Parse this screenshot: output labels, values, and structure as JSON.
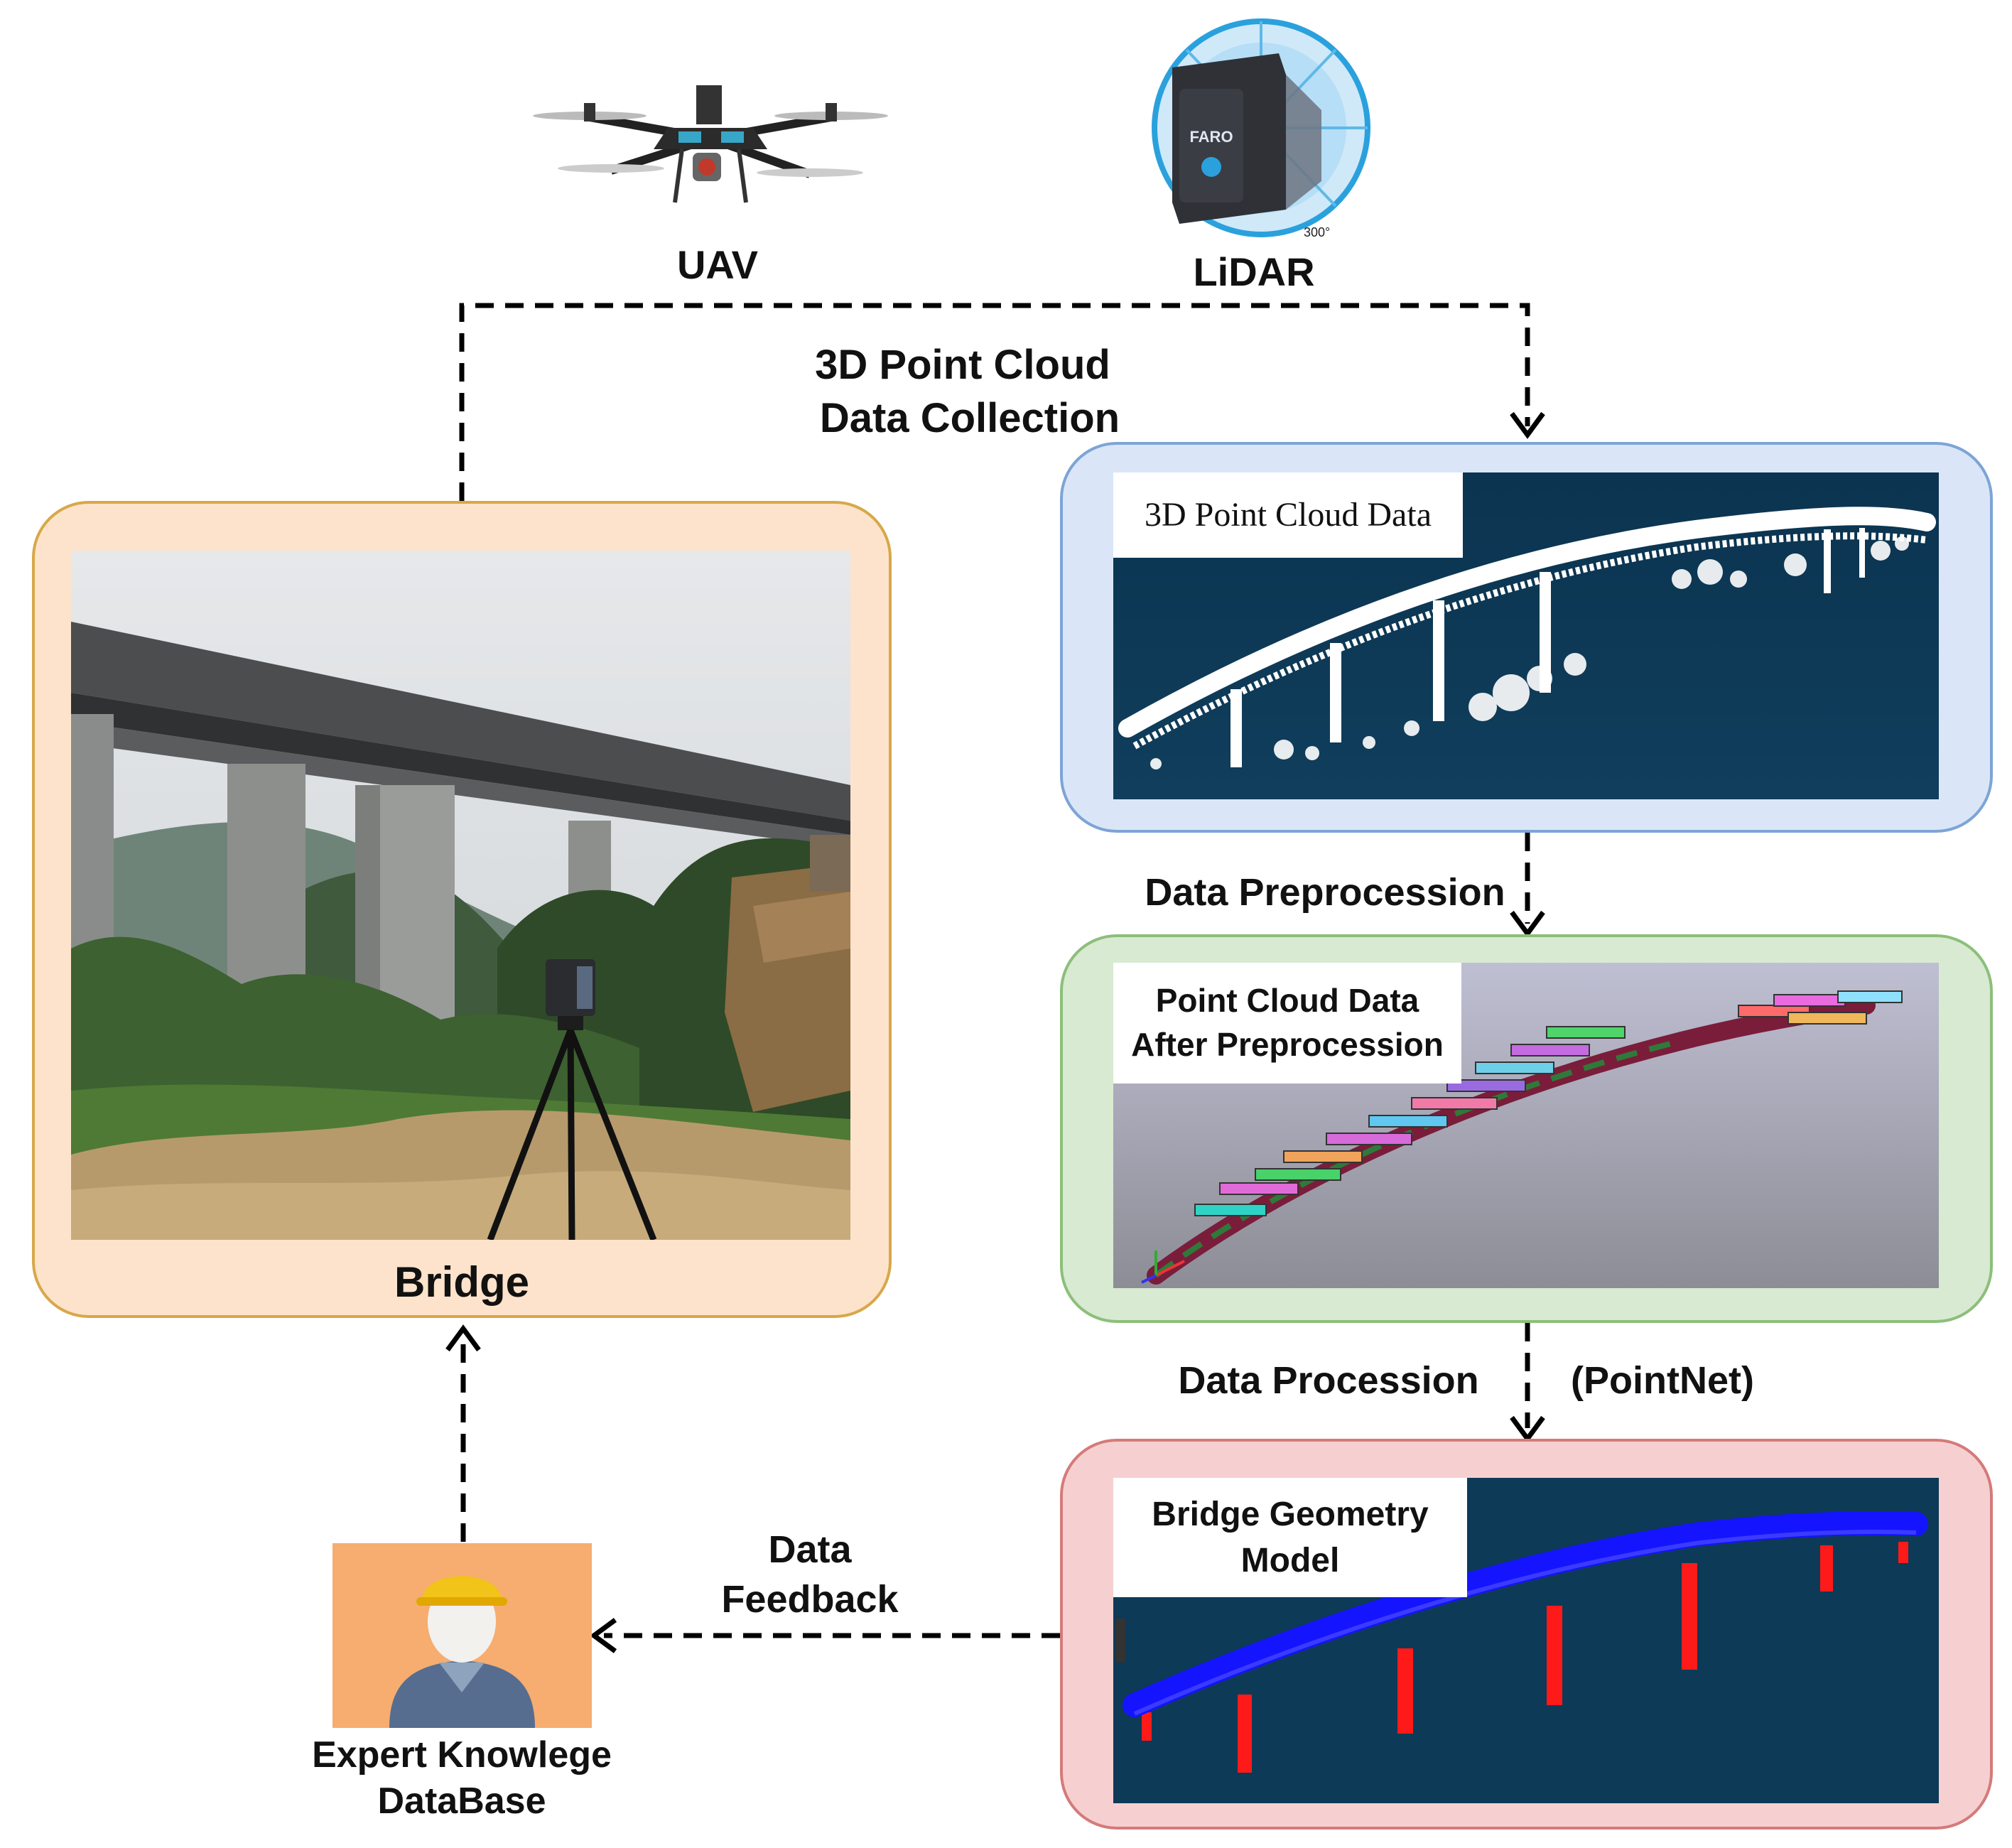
{
  "devices": {
    "uav_label": "UAV",
    "lidar_label": "LiDAR",
    "lidar_brand": "FARO",
    "lidar_angle": "300°"
  },
  "flow": {
    "collection_line1": "3D Point Cloud",
    "collection_line2": "Data Collection",
    "preprocession": "Data Preprocession",
    "procession": "Data Procession",
    "procession_method": "(PointNet)",
    "feedback_line1": "Data",
    "feedback_line2": "Feedback"
  },
  "bridge": {
    "label": "Bridge"
  },
  "panels": {
    "raw_cloud": {
      "title": "3D Point Cloud Data"
    },
    "preprocessed": {
      "title_line1": "Point Cloud Data",
      "title_line2": "After Preprocession"
    },
    "geometry": {
      "title_line1": "Bridge Geometry",
      "title_line2": "Model"
    }
  },
  "expert": {
    "label_line1": "Expert Knowlege",
    "label_line2": "DataBase"
  },
  "colors": {
    "bridge_panel_fill": "#fde3cb",
    "bridge_panel_border": "#d7a84a",
    "blue_panel_fill": "#dae6f7",
    "blue_panel_border": "#7da4d6",
    "green_panel_fill": "#d8ead2",
    "green_panel_border": "#8cbf7a",
    "red_panel_fill": "#f6d0d0",
    "red_panel_border": "#d57a7a",
    "expert_fill": "#f6ad6f",
    "model_deck": "#1414ff",
    "model_piers": "#ff1a1a",
    "cloud_bg": "#0d3a57"
  }
}
